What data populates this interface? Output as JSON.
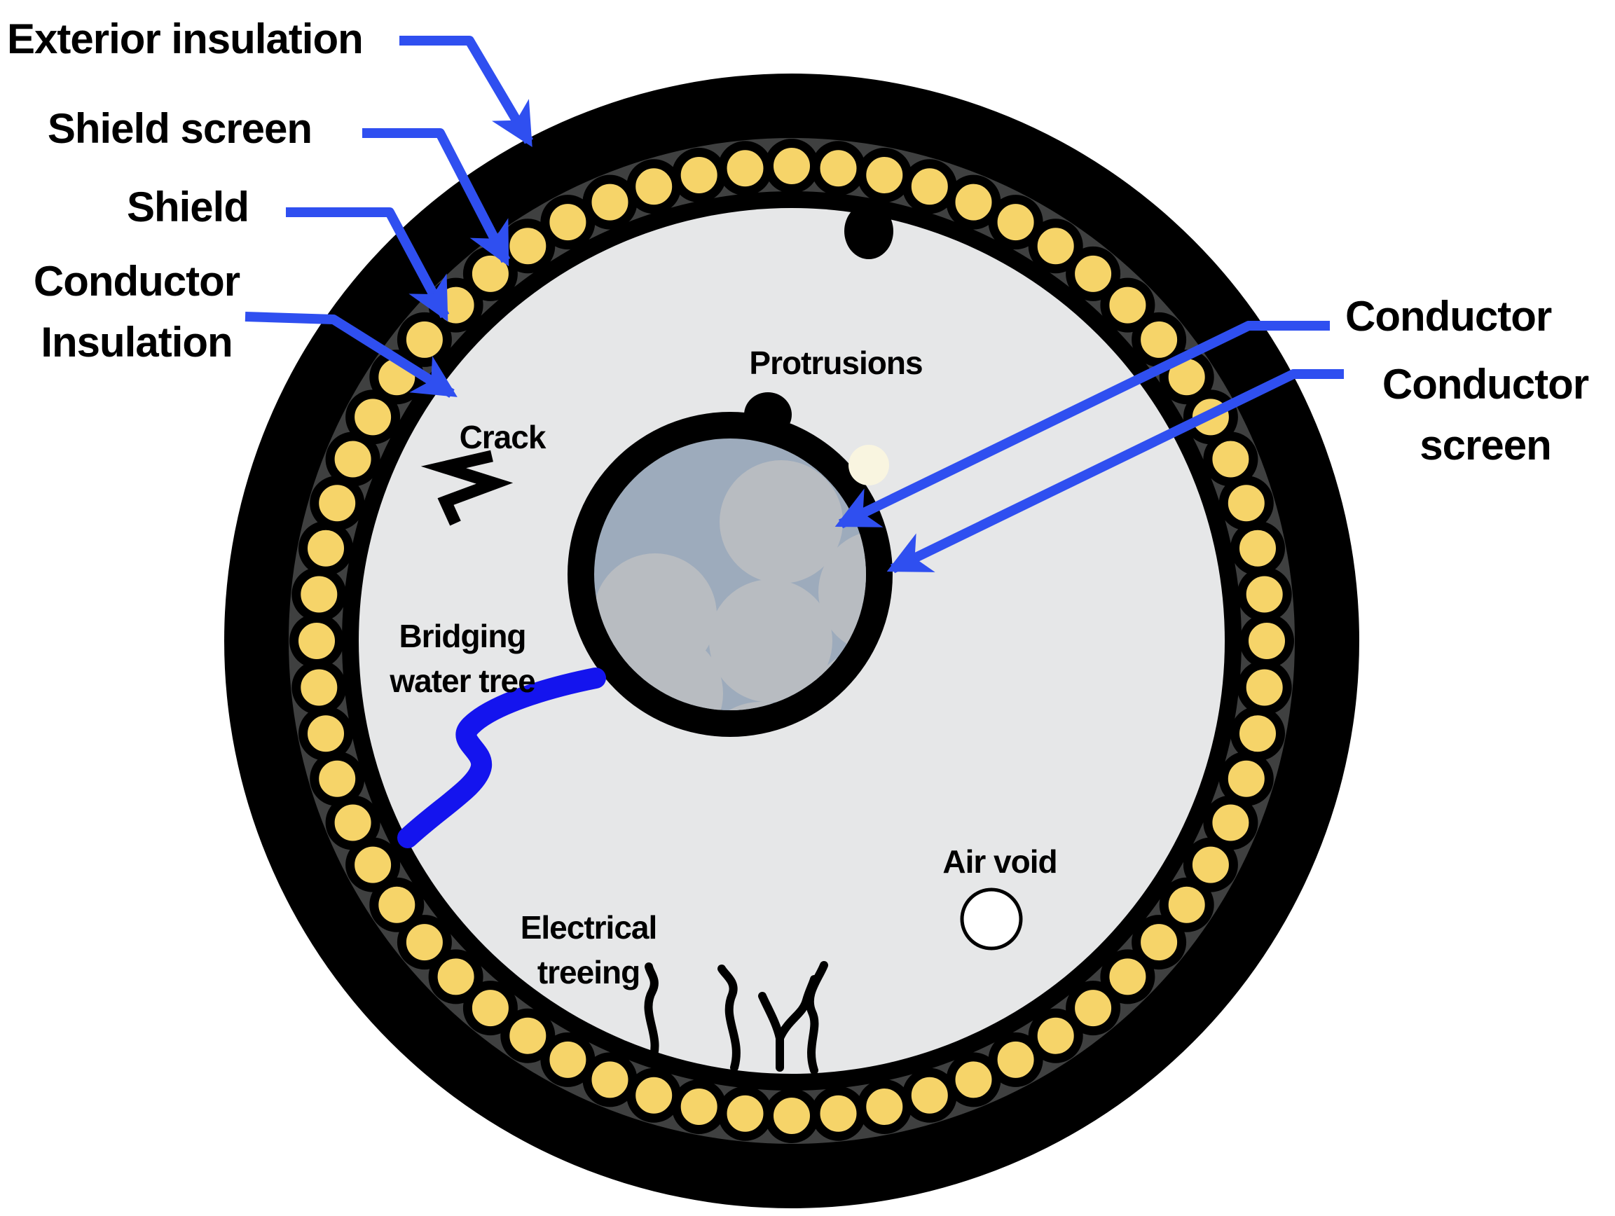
{
  "labels": {
    "exterior_insulation": {
      "text": "Exterior insulation"
    },
    "shield_screen": {
      "text": "Shield screen"
    },
    "shield": {
      "text": "Shield"
    },
    "conductor_insulation": {
      "lines": [
        "Conductor",
        "Insulation"
      ]
    },
    "protrusions": {
      "text": "Protrusions"
    },
    "crack": {
      "text": "Crack"
    },
    "bridging_water_tree": {
      "lines": [
        "Bridging",
        "water tree"
      ]
    },
    "electrical_treeing": {
      "lines": [
        "Electrical",
        "treeing"
      ]
    },
    "air_void": {
      "text": "Air void"
    },
    "conductor": {
      "text": "Conductor"
    },
    "conductor_screen": {
      "lines": [
        "Conductor",
        "screen"
      ]
    }
  },
  "shield": {
    "wire_count": 64
  },
  "conductor": {
    "strand_count": 7
  },
  "colors": {
    "background": "#ffffff",
    "jacket_black": "#000000",
    "shield_screen_gray": "#3f4040",
    "shield_wire_yellow": "#f6d469",
    "insulation_gray": "#e6e7e8",
    "conductor_fill": "#9dabbc",
    "strand_gray": "#b8bcc1",
    "void_cream": "#f9f5e0",
    "air_void_white": "#ffffff",
    "arrow_blue": "#2f4ff0",
    "water_tree_blue": "#1414ee",
    "defect_black": "#000000",
    "label_text": "#000000"
  }
}
